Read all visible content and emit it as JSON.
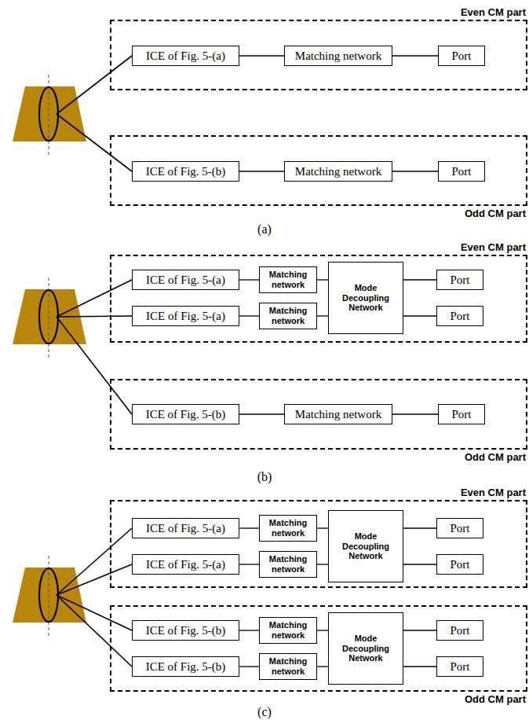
{
  "diagram": {
    "nodes": [
      {
        "text": [
          "Even CM part"
        ]
      },
      {
        "text": [
          "ICE of Fig. 5-(a)"
        ],
        "in": 0
      },
      {
        "text": [
          "Matching network"
        ],
        "in": 0
      },
      {
        "text": [
          "Port"
        ],
        "in": 0
      },
      {
        "text": [
          "Odd CM part"
        ]
      },
      {
        "text": [
          "ICE of Fig. 5-(b)"
        ],
        "in": 4
      },
      {
        "text": [
          "Matching network"
        ],
        "in": 4
      },
      {
        "text": [
          "Port"
        ],
        "in": 4
      },
      {
        "text": [
          "Even CM part"
        ]
      },
      {
        "text": [
          "ICE of Fig. 5-(a)"
        ],
        "in": 8
      },
      {
        "text": [
          "ICE of Fig. 5-(a)"
        ],
        "in": 8
      },
      {
        "text": [
          "Matching network"
        ],
        "in": 8
      },
      {
        "text": [
          "Matching network"
        ],
        "in": 8
      },
      {
        "text": [
          "Mode Decoupling Network"
        ],
        "in": 8
      },
      {
        "text": [
          "Port"
        ],
        "in": 8
      },
      {
        "text": [
          "Port"
        ],
        "in": 8
      },
      {
        "text": [
          "Odd CM part"
        ]
      },
      {
        "text": [
          "ICE of Fig. 5-(b)"
        ],
        "in": 16
      },
      {
        "text": [
          "Matching network"
        ],
        "in": 16
      },
      {
        "text": [
          "Port"
        ],
        "in": 16
      },
      {
        "text": [
          "Even CM part"
        ]
      },
      {
        "text": [
          "ICE of Fig. 5-(a)"
        ],
        "in": 20
      },
      {
        "text": [
          "ICE of Fig. 5-(a)"
        ],
        "in": 20
      },
      {
        "text": [
          "Matching network"
        ],
        "in": 20
      },
      {
        "text": [
          "Matching network"
        ],
        "in": 20
      },
      {
        "text": [
          "Mode Decoupling Network"
        ],
        "in": 20
      },
      {
        "text": [
          "Port"
        ],
        "in": 20
      },
      {
        "text": [
          "Port"
        ],
        "in": 20
      },
      {
        "text": [
          "Odd CM part"
        ]
      },
      {
        "text": [
          "ICE of Fig. 5-(b)"
        ],
        "in": 28
      },
      {
        "text": [
          "ICE of Fig. 5-(b)"
        ],
        "in": 28
      },
      {
        "text": [
          "Matching network"
        ],
        "in": 28
      },
      {
        "text": [
          "Matching network"
        ],
        "in": 28
      },
      {
        "text": [
          "Mode Decoupling Network"
        ],
        "in": 28
      },
      {
        "text": [
          "Port"
        ],
        "in": 28
      },
      {
        "text": [
          "Port"
        ],
        "in": 28
      }
    ],
    "edges": [
      {
        "from": 1,
        "to": 2,
        "arrow": "none"
      },
      {
        "from": 2,
        "to": 3,
        "arrow": "none"
      },
      {
        "from": 5,
        "to": 6,
        "arrow": "none"
      },
      {
        "from": 6,
        "to": 7,
        "arrow": "none"
      },
      {
        "from": 9,
        "to": 11,
        "arrow": "none"
      },
      {
        "from": 10,
        "to": 12,
        "arrow": "none"
      },
      {
        "from": 11,
        "to": 13,
        "arrow": "none"
      },
      {
        "from": 12,
        "to": 13,
        "arrow": "none"
      },
      {
        "from": 13,
        "to": 14,
        "arrow": "none"
      },
      {
        "from": 13,
        "to": 15,
        "arrow": "none"
      },
      {
        "from": 17,
        "to": 18,
        "arrow": "none"
      },
      {
        "from": 18,
        "to": 19,
        "arrow": "none"
      },
      {
        "from": 21,
        "to": 23,
        "arrow": "none"
      },
      {
        "from": 22,
        "to": 24,
        "arrow": "none"
      },
      {
        "from": 23,
        "to": 25,
        "arrow": "none"
      },
      {
        "from": 24,
        "to": 25,
        "arrow": "none"
      },
      {
        "from": 25,
        "to": 26,
        "arrow": "none"
      },
      {
        "from": 25,
        "to": 27,
        "arrow": "none"
      },
      {
        "from": 29,
        "to": 31,
        "arrow": "none"
      },
      {
        "from": 30,
        "to": 32,
        "arrow": "none"
      },
      {
        "from": 31,
        "to": 33,
        "arrow": "none"
      },
      {
        "from": 32,
        "to": 33,
        "arrow": "none"
      },
      {
        "from": 33,
        "to": 34,
        "arrow": "none"
      },
      {
        "from": 33,
        "to": 35,
        "arrow": "none"
      }
    ],
    "labels": [
      "(a)",
      "(b)",
      "(c)"
    ]
  }
}
